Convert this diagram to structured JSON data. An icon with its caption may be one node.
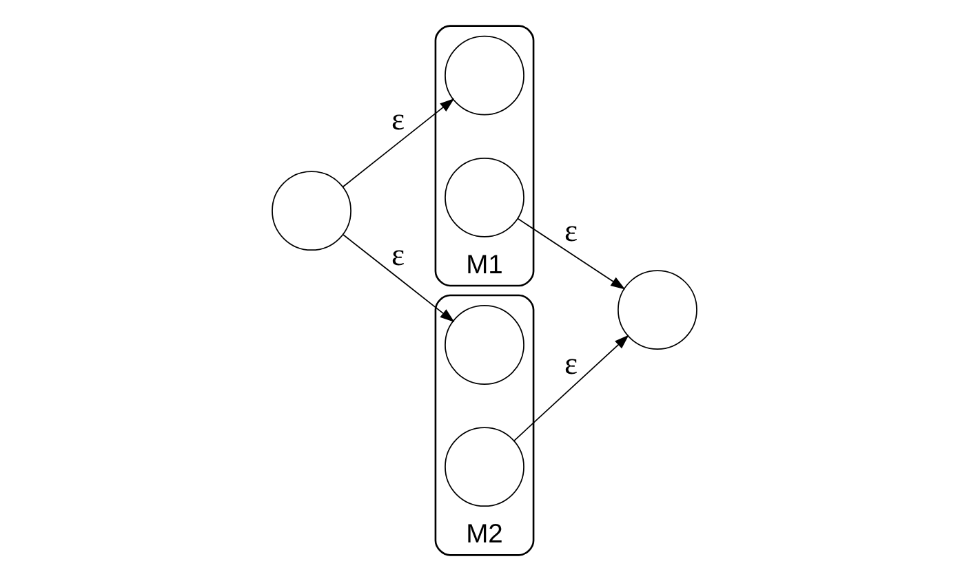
{
  "diagram": {
    "nodes": [
      {
        "text": [],
        "shape": "circle"
      },
      {
        "text": [
          "M1"
        ]
      },
      {
        "text": [],
        "shape": "circle",
        "in": 1
      },
      {
        "text": [],
        "shape": "circle",
        "in": 1
      },
      {
        "text": [
          "M2"
        ]
      },
      {
        "text": [],
        "shape": "circle",
        "in": 4
      },
      {
        "text": [],
        "shape": "circle",
        "in": 4
      },
      {
        "text": [],
        "shape": "circle"
      }
    ],
    "edges": [
      {
        "from": 0,
        "to": 2,
        "arrow": "to",
        "label": "ε"
      },
      {
        "from": 3,
        "to": 7,
        "arrow": "to",
        "label": "ε"
      },
      {
        "from": 0,
        "to": 5,
        "arrow": "to",
        "label": "ε"
      },
      {
        "from": 6,
        "to": 7,
        "arrow": "to",
        "label": "ε"
      }
    ]
  }
}
